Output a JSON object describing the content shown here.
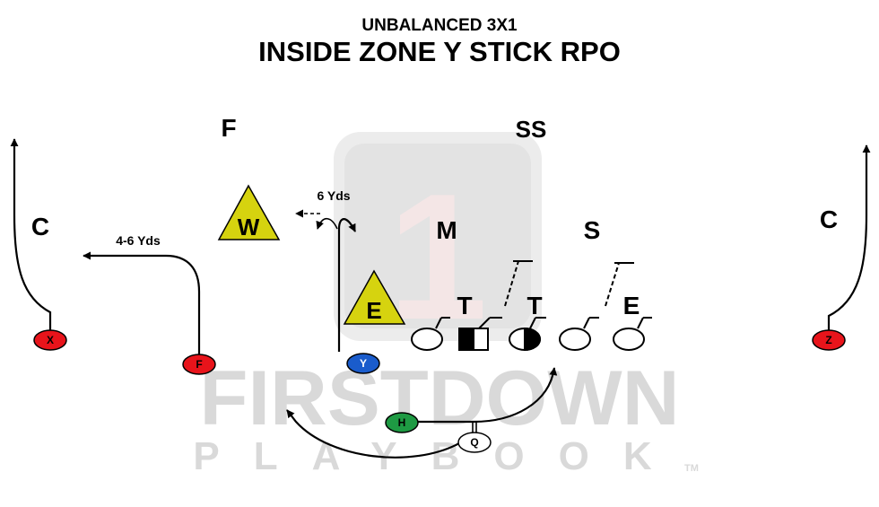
{
  "title": {
    "line1": "UNBALANCED 3X1",
    "line2": "INSIDE ZONE Y STICK RPO"
  },
  "watermark": {
    "line1": "FIRSTDOWN",
    "line2": "PLAYBOOK",
    "trademark": "TM",
    "logo_numeral": "1"
  },
  "defense": {
    "free_safety": "F",
    "strong_safety": "SS",
    "mike": "M",
    "sam": "S",
    "left_corner": "C",
    "right_corner": "C",
    "will": "W",
    "edge_left": "E",
    "tackle_1": "T",
    "tackle_2": "T",
    "edge_right": "E"
  },
  "offense": {
    "x": "X",
    "f": "F",
    "y": "Y",
    "h": "H",
    "q": "Q",
    "z": "Z"
  },
  "annotations": {
    "f_route_depth": "4-6 Yds",
    "y_route_depth": "6 Yds"
  },
  "colors": {
    "red_receiver": "#e8141b",
    "blue_receiver": "#1a5ccc",
    "green_back": "#1e9a43",
    "triangle_fill": "#d6d30f",
    "watermark": "#d9d9d9"
  }
}
